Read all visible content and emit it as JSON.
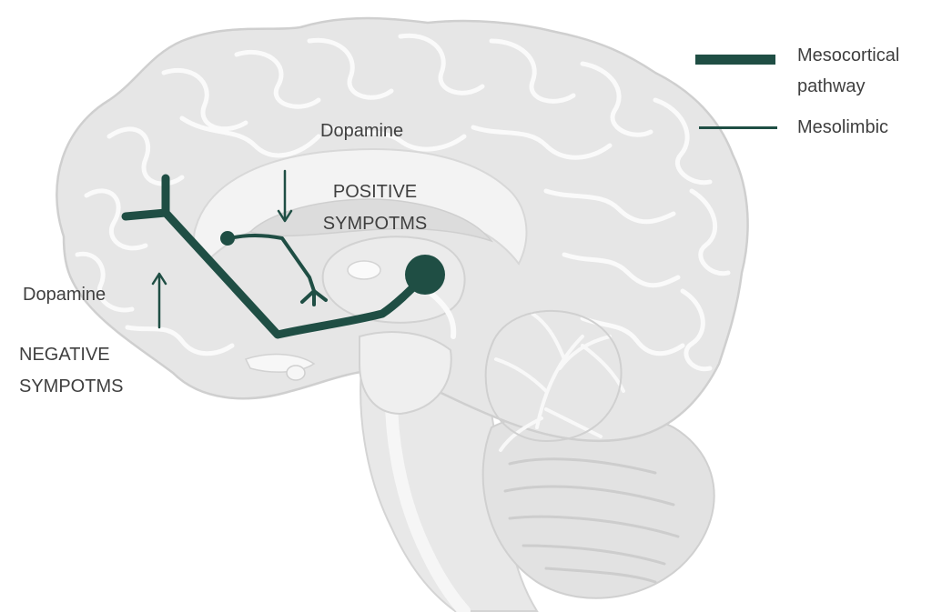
{
  "labels": {
    "dopamine_top": "Dopamine",
    "positive_line1": "POSITIVE",
    "positive_line2": "SYMPOTMS",
    "dopamine_left": "Dopamine",
    "negative_line1": "NEGATIVE",
    "negative_line2": "SYMPOTMS"
  },
  "legend": {
    "items": [
      {
        "label_line1": "Mesocortical",
        "label_line2": "pathway",
        "style": "thick"
      },
      {
        "label_line1": "Mesolimbic",
        "label_line2": "",
        "style": "thin"
      }
    ]
  },
  "colors": {
    "pathway": "#1f4e44",
    "brain_fill": "#e4e4e4",
    "brain_light": "#efefef",
    "brain_fold": "#ffffff",
    "brain_shadow": "#d2d2d2",
    "text": "#3f3f3f"
  },
  "icons": {
    "arrow_down": "arrow-down-icon",
    "arrow_up": "arrow-up-icon"
  }
}
